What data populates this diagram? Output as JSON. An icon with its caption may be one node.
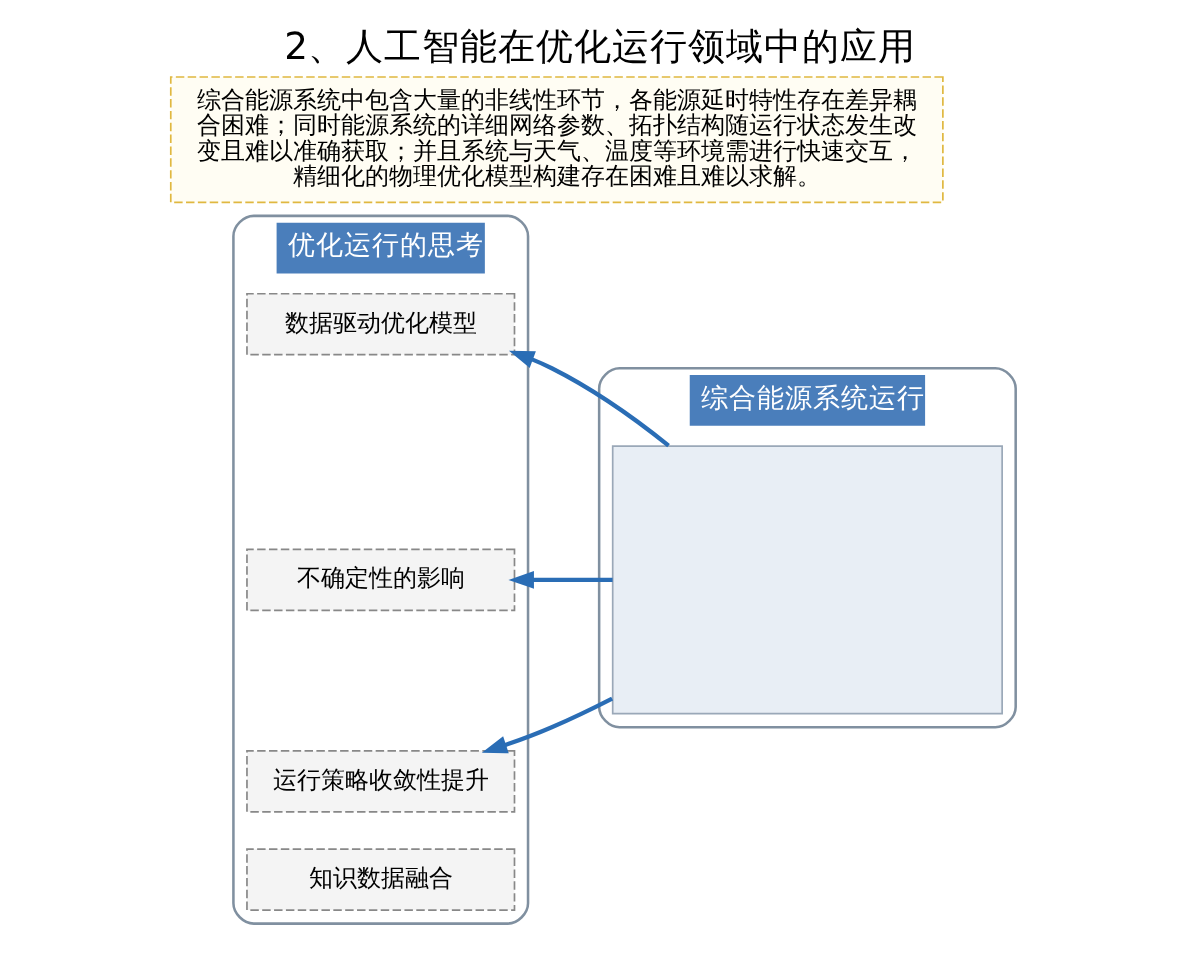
{
  "diagram": {
    "title": "2、人工智能在优化运行领域中的应用",
    "nodes": [
      {
        "text": [
          "综合能源系统中包含大量的非线性环节，各能源延时特性存在差异耦合困难；同时能源系统的详细网络参数、拓扑结构随运行状态发生改变且难以准确获取；并且系统与天气、温度等环境需进行快速交互，精细化的物理优化模型构建存在困难且难以求解。"
        ]
      },
      {
        "text": [
          "综合能源系统运行"
        ]
      },
      {
        "text": [],
        "shape": "box",
        "in": 1
      },
      {
        "text": [
          "优化运行的思考"
        ]
      },
      {
        "text": [
          "数据驱动优化模型"
        ],
        "in": 3
      },
      {
        "text": [
          "不确定性的影响"
        ],
        "in": 3
      },
      {
        "text": [
          "运行策略收敛性提升"
        ],
        "in": 3
      },
      {
        "text": [
          "知识数据融合"
        ],
        "in": 3
      }
    ],
    "edges": [
      {
        "from": 2,
        "to": 4,
        "arrow": "to"
      },
      {
        "from": 2,
        "to": 5,
        "arrow": "to"
      },
      {
        "from": 2,
        "to": 6,
        "arrow": "to"
      }
    ]
  }
}
